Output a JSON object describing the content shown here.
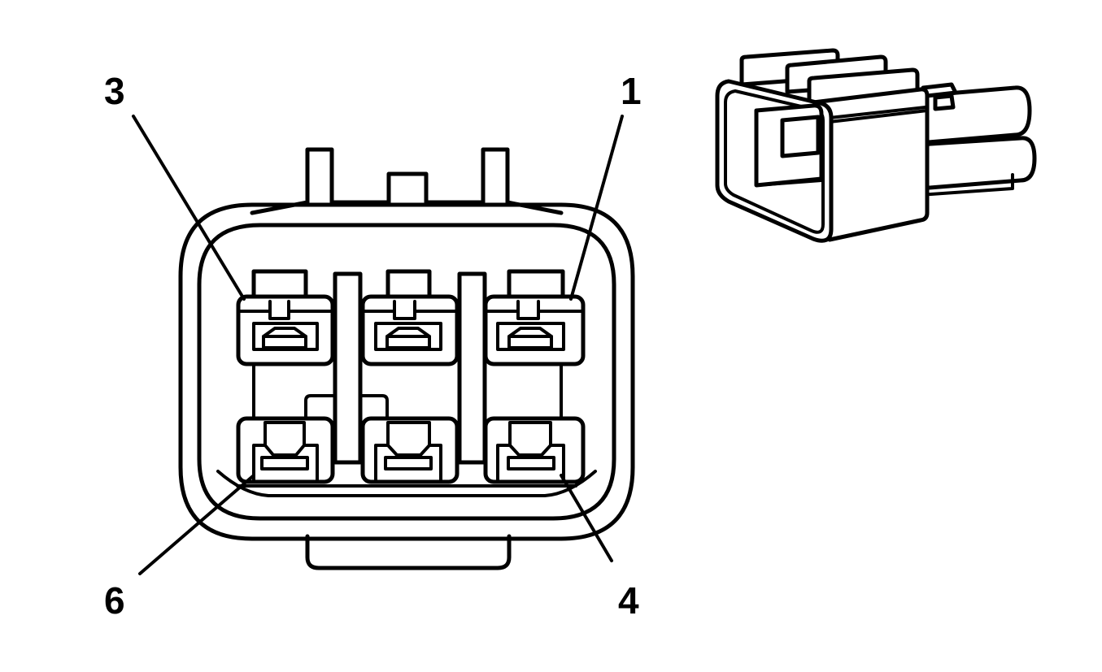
{
  "diagram": {
    "type": "connector-face-view",
    "pin_labels": [
      {
        "id": "pin3",
        "text": "3"
      },
      {
        "id": "pin1",
        "text": "1"
      },
      {
        "id": "pin6",
        "text": "6"
      },
      {
        "id": "pin4",
        "text": "4"
      }
    ]
  }
}
